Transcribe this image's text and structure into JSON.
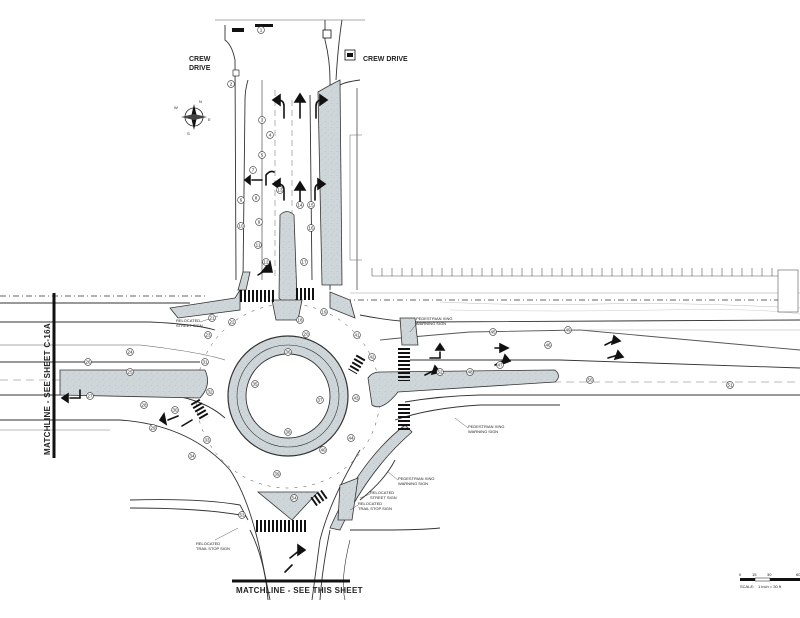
{
  "labels": {
    "crew_drive_left_1": "CREW",
    "crew_drive_left_2": "DRIVE",
    "crew_drive_right": "CREW DRIVE",
    "matchline_left": "MATCHLINE - SEE SHEET C-16A",
    "matchline_bottom": "MATCHLINE - SEE THIS SHEET",
    "north": "N",
    "south": "S",
    "east": "E",
    "west": "W",
    "scale_title": "SCALE:",
    "scale_value": "1 inch = 30 ft",
    "scale_ticks": [
      "0",
      "15",
      "30",
      "60"
    ]
  },
  "notes": [
    {
      "id": "n1",
      "lines": [
        "RELOCATED",
        "STREET SIGN"
      ]
    },
    {
      "id": "n2",
      "lines": [
        "PEDESTRIAN XING",
        "WARNING SIGN"
      ]
    },
    {
      "id": "n3",
      "lines": [
        "PEDESTRIAN XING",
        "WARNING SIGN"
      ]
    },
    {
      "id": "n4",
      "lines": [
        "PEDESTRIAN XING",
        "WARNING SIGN"
      ]
    },
    {
      "id": "n5",
      "lines": [
        "RELOCATED",
        "STREET SIGN"
      ]
    },
    {
      "id": "n6",
      "lines": [
        "RELOCATED",
        "TRAIL STOP SIGN"
      ]
    },
    {
      "id": "n7",
      "lines": [
        "RELOCATED",
        "TRAIL STOP SIGN"
      ]
    }
  ],
  "callouts": [
    "1",
    "2",
    "3",
    "4",
    "5",
    "6",
    "7",
    "8",
    "9",
    "10",
    "11",
    "12",
    "13",
    "14",
    "15",
    "16",
    "17",
    "18",
    "19",
    "20",
    "21",
    "22",
    "23",
    "24",
    "25",
    "26",
    "27",
    "28",
    "29",
    "30",
    "31",
    "32",
    "33",
    "34",
    "35",
    "36",
    "37",
    "38",
    "39",
    "40",
    "41",
    "42",
    "43",
    "44",
    "45",
    "46",
    "47",
    "48",
    "49",
    "50",
    "51",
    "52",
    "53",
    "54"
  ],
  "colors": {
    "island_fill": "#cfd6d9",
    "ink": "#222222",
    "light_ink": "#888888"
  }
}
